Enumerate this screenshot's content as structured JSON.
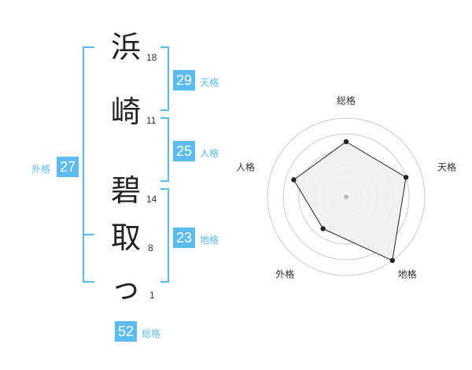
{
  "name": {
    "chars": [
      {
        "char": "浜",
        "strokes": "18"
      },
      {
        "char": "崎",
        "strokes": "11"
      },
      {
        "char": "碧",
        "strokes": "14"
      },
      {
        "char": "取",
        "strokes": "8"
      },
      {
        "char": "っ",
        "strokes": "1"
      }
    ]
  },
  "kakusu": {
    "tenkaku": {
      "value": "29",
      "label": "天格"
    },
    "jinkaku": {
      "value": "25",
      "label": "人格"
    },
    "chikaku": {
      "value": "23",
      "label": "地格"
    },
    "gaikaku": {
      "value": "27",
      "label": "外格"
    },
    "soukaku": {
      "value": "52",
      "label": "総格"
    }
  },
  "chart_data": {
    "type": "radar",
    "axes": [
      "総格",
      "天格",
      "地格",
      "外格",
      "人格"
    ],
    "values": [
      3.5,
      4,
      5,
      2.5,
      3.5
    ],
    "max": 5,
    "rings": 5
  },
  "colors": {
    "accent": "#5cbcf0",
    "bracket": "#5cbcf0",
    "radar_fill": "#eeeeee",
    "radar_line": "#222222",
    "ring": "#cccccc"
  }
}
